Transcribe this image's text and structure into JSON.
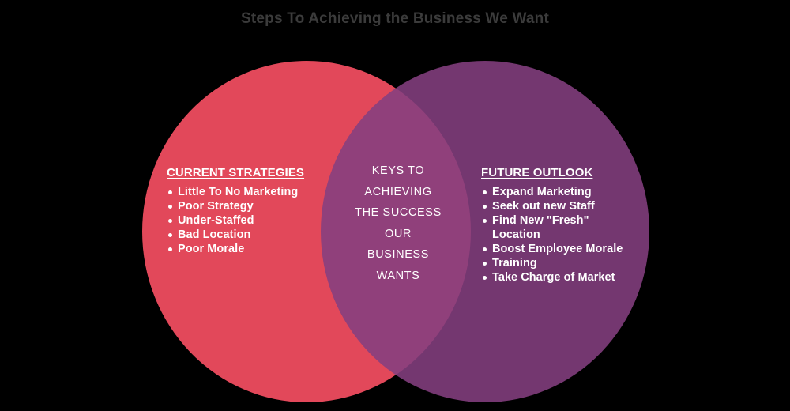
{
  "title": "Steps To Achieving the Business We Want",
  "colors": {
    "background": "#000000",
    "title_text": "#3b3b3b",
    "left_circle": "#e2485a",
    "right_circle": "#843f80",
    "overlap": "#9b4270",
    "text": "#ffffff"
  },
  "left": {
    "heading": "CURRENT STRATEGIES",
    "items": [
      "Little To No Marketing",
      "Poor Strategy",
      "Under-Staffed",
      "Bad Location",
      "Poor Morale"
    ]
  },
  "center": {
    "lines": [
      "KEYS TO",
      "ACHIEVING",
      "THE SUCCESS",
      "OUR",
      "BUSINESS",
      "WANTS"
    ]
  },
  "right": {
    "heading": "FUTURE OUTLOOK",
    "items": [
      "Expand Marketing",
      "Seek out new Staff",
      "Find New \"Fresh\"\nLocation",
      "Boost Employee Morale",
      "Training",
      "Take Charge of Market"
    ]
  }
}
